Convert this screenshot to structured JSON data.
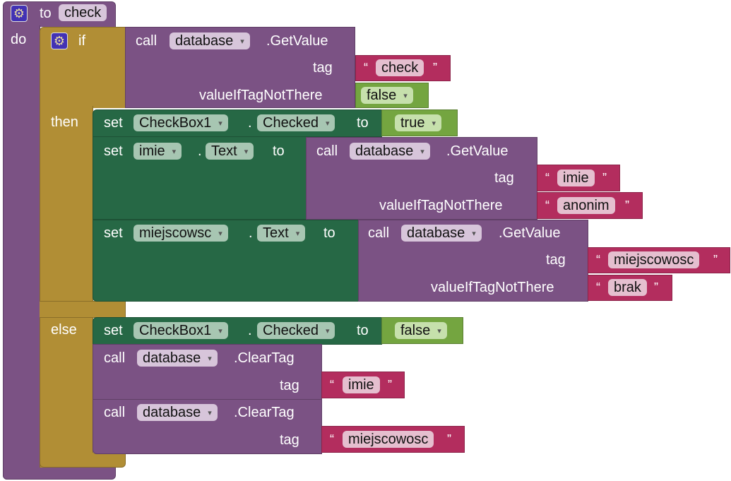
{
  "procedure": {
    "keyword_to": "to",
    "name": "check",
    "keyword_do": "do"
  },
  "if_block": {
    "if": "if",
    "then": "then",
    "else": "else"
  },
  "kw": {
    "call": "call",
    "set": "set",
    "to": "to",
    "dot": ".",
    "tag": "tag",
    "value_if": "valueIfTagNotThere",
    "get_value": ".GetValue",
    "clear_tag": ".ClearTag",
    "open_quote": "“",
    "close_quote": "”",
    "dropdown": "▾"
  },
  "condition": {
    "component": "database",
    "tag": "check",
    "default": "false"
  },
  "then": [
    {
      "component": "CheckBox1",
      "property": "Checked",
      "value": "true"
    },
    {
      "component": "imie",
      "property": "Text",
      "db": "database",
      "tag": "imie",
      "default": "anonim"
    },
    {
      "component": "miejscowsc",
      "property": "Text",
      "db": "database",
      "tag": "miejscowosc",
      "default": "brak"
    }
  ],
  "else": [
    {
      "component": "CheckBox1",
      "property": "Checked",
      "value": "false"
    },
    {
      "db": "database",
      "tag": "imie"
    },
    {
      "db": "database",
      "tag": "miejscowosc"
    }
  ],
  "colors": {
    "procedure": "#7b5284",
    "control": "#b18e35",
    "setter": "#266845",
    "logic": "#74a540",
    "text": "#b32d5e"
  }
}
